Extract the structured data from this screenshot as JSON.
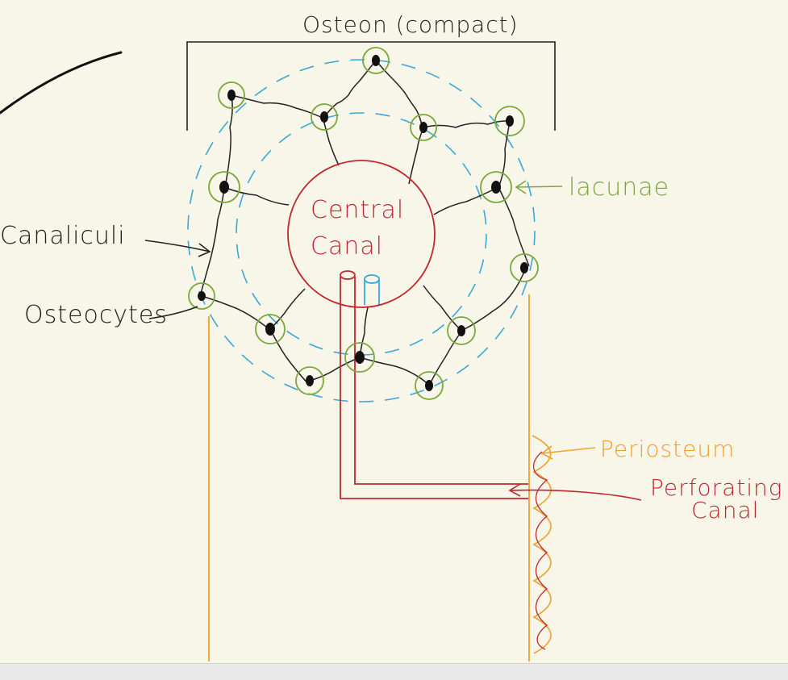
{
  "labels": {
    "title": "Osteon (compact)",
    "central_canal_line1": "Central",
    "central_canal_line2": "Canal",
    "lacunae": "lacunae",
    "canaliculi": "Canaliculi",
    "osteocytes": "Osteocytes",
    "periosteum": "Periosteum",
    "perforating_line1": "Perforating",
    "perforating_line2": "Canal"
  },
  "colors": {
    "background": "#f8f5e9",
    "ink": "#222222",
    "red": "#c0282e",
    "green": "#7aa83a",
    "blue": "#3aa8d8",
    "orange": "#f0a030",
    "bottom_bar": "#e9e9e9"
  }
}
